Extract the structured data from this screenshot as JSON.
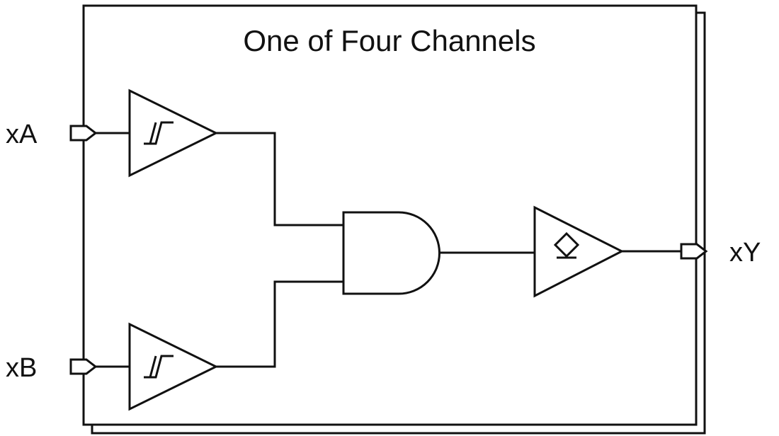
{
  "diagram": {
    "title": "One of Four Channels",
    "inputs": [
      {
        "id": "xA",
        "label": "xA"
      },
      {
        "id": "xB",
        "label": "xB"
      }
    ],
    "output": {
      "id": "xY",
      "label": "xY"
    },
    "components": [
      {
        "name": "schmitt-trigger-buffer-a",
        "icon": "hysteresis-icon"
      },
      {
        "name": "schmitt-trigger-buffer-b",
        "icon": "hysteresis-icon"
      },
      {
        "name": "and-gate"
      },
      {
        "name": "open-drain-output-buffer",
        "icon": "diamond-open-drain-icon"
      }
    ],
    "colors": {
      "line": "#111111",
      "background": "#ffffff"
    }
  }
}
